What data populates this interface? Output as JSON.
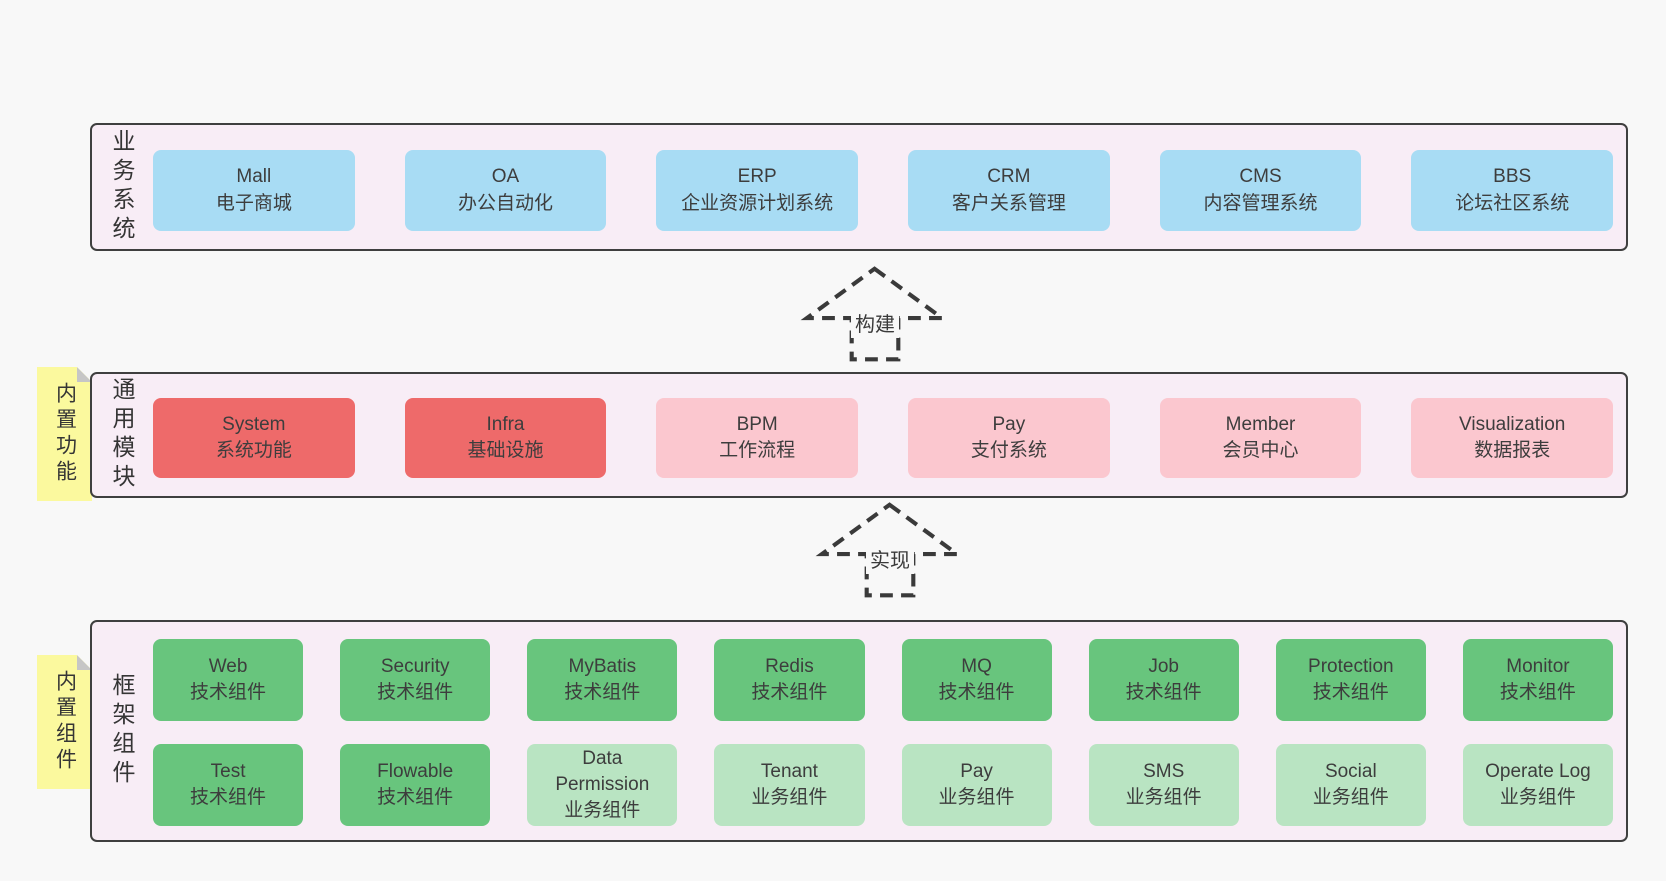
{
  "colors": {
    "canvas_bg": "#f8f8f8",
    "panel_bg": "#f8edf6",
    "panel_border": "#3f3f3f",
    "blue_box": "#a8dcf4",
    "red_box": "#ee6a6a",
    "pink_box": "#fbc7cf",
    "green_box": "#68c57d",
    "light_green_box": "#b9e4c2",
    "note_yellow": "#fbf99e",
    "note_fold": "#c6c6c6",
    "text": "#3d3d3d",
    "arrow": "#3a3a3a"
  },
  "arrows": {
    "build": {
      "label": "构建"
    },
    "implement": {
      "label": "实现"
    }
  },
  "business_layer": {
    "side_label": "业务系统",
    "boxes": [
      {
        "en": "Mall",
        "zh": "电子商城"
      },
      {
        "en": "OA",
        "zh": "办公自动化"
      },
      {
        "en": "ERP",
        "zh": "企业资源计划系统"
      },
      {
        "en": "CRM",
        "zh": "客户关系管理"
      },
      {
        "en": "CMS",
        "zh": "内容管理系统"
      },
      {
        "en": "BBS",
        "zh": "论坛社区系统"
      }
    ]
  },
  "module_layer": {
    "side_label": "通用模块",
    "note_label": "内置功能",
    "boxes": [
      {
        "en": "System",
        "zh": "系统功能"
      },
      {
        "en": "Infra",
        "zh": "基础设施"
      },
      {
        "en": "BPM",
        "zh": "工作流程"
      },
      {
        "en": "Pay",
        "zh": "支付系统"
      },
      {
        "en": "Member",
        "zh": "会员中心"
      },
      {
        "en": "Visualization",
        "zh": "数据报表"
      }
    ]
  },
  "component_layer": {
    "side_label": "框架组件",
    "note_label": "内置组件",
    "row1": [
      {
        "en": "Web",
        "zh": "技术组件"
      },
      {
        "en": "Security",
        "zh": "技术组件"
      },
      {
        "en": "MyBatis",
        "zh": "技术组件"
      },
      {
        "en": "Redis",
        "zh": "技术组件"
      },
      {
        "en": "MQ",
        "zh": "技术组件"
      },
      {
        "en": "Job",
        "zh": "技术组件"
      },
      {
        "en": "Protection",
        "zh": "技术组件"
      },
      {
        "en": "Monitor",
        "zh": "技术组件"
      }
    ],
    "row2": [
      {
        "en": "Test",
        "zh": "技术组件"
      },
      {
        "en": "Flowable",
        "zh": "技术组件"
      },
      {
        "en": "Data Permission",
        "zh": "业务组件"
      },
      {
        "en": "Tenant",
        "zh": "业务组件"
      },
      {
        "en": "Pay",
        "zh": "业务组件"
      },
      {
        "en": "SMS",
        "zh": "业务组件"
      },
      {
        "en": "Social",
        "zh": "业务组件"
      },
      {
        "en": "Operate Log",
        "zh": "业务组件"
      }
    ]
  }
}
